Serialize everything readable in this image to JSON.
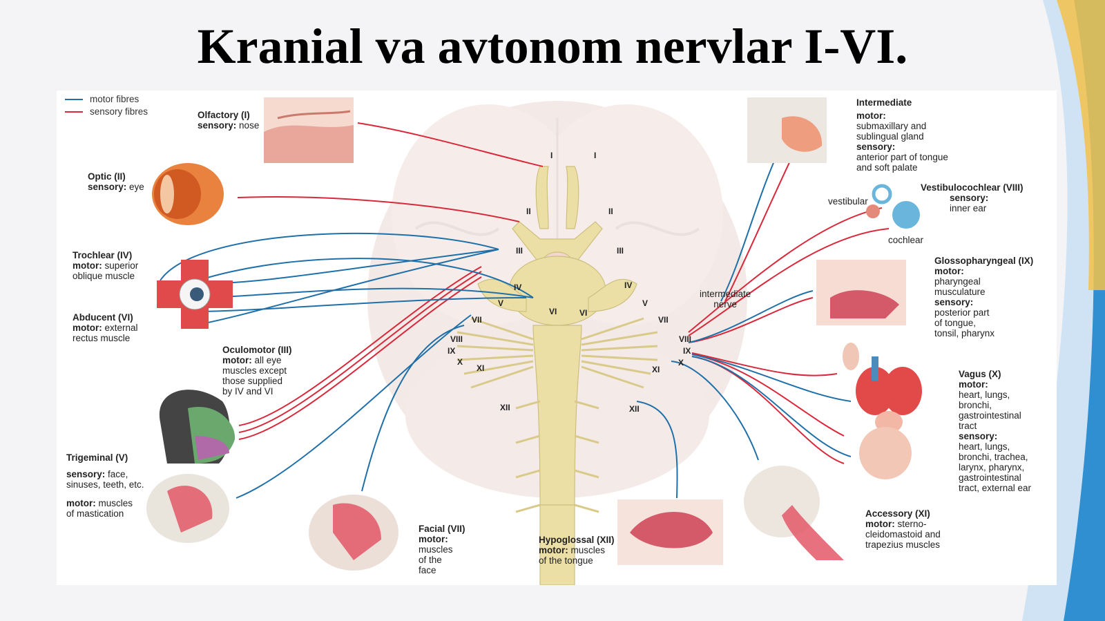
{
  "slide": {
    "title": "Kranial va avtonom nervlar I-VI."
  },
  "colors": {
    "motor": "#1f6fa8",
    "sensory": "#d8283a",
    "nerve": "#ebdfa6",
    "brain": "#f0e4e1"
  },
  "legend": {
    "motor": "motor fibres",
    "sensory": "sensory fibres"
  },
  "labels": {
    "olfactory": {
      "name": "Olfactory (I)",
      "sensory_key": "sensory:",
      "sensory_val": "nose"
    },
    "optic": {
      "name": "Optic (II)",
      "sensory_key": "sensory:",
      "sensory_val": "eye"
    },
    "trochlear": {
      "name": "Trochlear (IV)",
      "motor_key": "motor:",
      "motor_val": "superior",
      "line2": "oblique muscle"
    },
    "abducent": {
      "name": "Abducent (VI)",
      "motor_key": "motor:",
      "motor_val": "external",
      "line2": "rectus muscle"
    },
    "oculomotor": {
      "name": "Oculomotor (III)",
      "motor_key": "motor:",
      "motor_val": "all eye",
      "lines": [
        "muscles except",
        "those supplied",
        "by IV and VI"
      ]
    },
    "trigeminal": {
      "name": "Trigeminal (V)",
      "sensory_key": "sensory:",
      "sensory_val": "face,",
      "line2": "sinuses, teeth, etc.",
      "motor_key": "motor:",
      "motor_val": "muscles",
      "line4": "of mastication"
    },
    "facial": {
      "name": "Facial (VII)",
      "motor_key": "motor:",
      "lines": [
        "muscles",
        "of the",
        "face"
      ]
    },
    "hypoglossal": {
      "name": "Hypoglossal (XII)",
      "motor_key": "motor:",
      "motor_val": "muscles",
      "line2": "of the tongue"
    },
    "intermediate": {
      "name": "Intermediate",
      "motor_key": "motor:",
      "motor_lines": [
        "submaxillary and",
        "sublingual gland"
      ],
      "sensory_key": "sensory:",
      "sensory_lines": [
        "anterior part of tongue",
        "and soft palate"
      ]
    },
    "vestibulocochlear": {
      "name": "Vestibulocochlear (VIII)",
      "sensory_key": "sensory:",
      "sensory_val": "inner ear",
      "vestibular": "vestibular",
      "cochlear": "cochlear"
    },
    "glossopharyngeal": {
      "name": "Glossopharyngeal (IX)",
      "motor_key": "motor:",
      "motor_lines": [
        "pharyngeal",
        "musculature"
      ],
      "sensory_key": "sensory:",
      "sensory_lines": [
        "posterior part",
        "of tongue,",
        "tonsil, pharynx"
      ]
    },
    "vagus": {
      "name": "Vagus (X)",
      "motor_key": "motor:",
      "motor_lines": [
        "heart, lungs,",
        "bronchi,",
        "gastrointestinal",
        "tract"
      ],
      "sensory_key": "sensory:",
      "sensory_lines": [
        "heart, lungs,",
        "bronchi, trachea,",
        "larynx, pharynx,",
        "gastrointestinal",
        "tract, external ear"
      ]
    },
    "accessory": {
      "name": "Accessory (XI)",
      "motor_key": "motor:",
      "motor_val": "sterno-",
      "lines": [
        "cleidomastoid and",
        "trapezius muscles"
      ]
    },
    "intermediate_nerve": {
      "line1": "intermediate",
      "line2": "nerve"
    }
  },
  "roman": {
    "I": "I",
    "II": "II",
    "III": "III",
    "IV": "IV",
    "V": "V",
    "VI": "VI",
    "VII": "VII",
    "VIII": "VIII",
    "IX": "IX",
    "X": "X",
    "XI": "XI",
    "XII": "XII"
  }
}
